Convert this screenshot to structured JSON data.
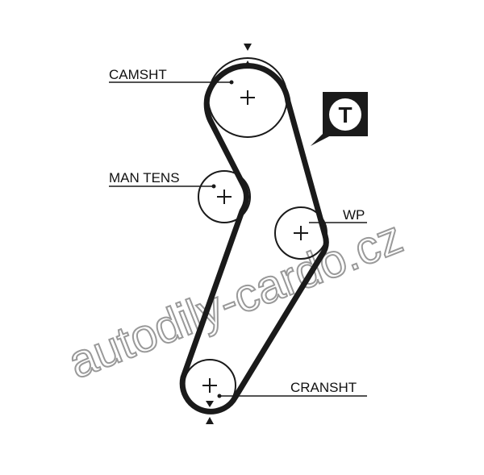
{
  "labels": {
    "camshaft": "CAMSHT",
    "tensioner": "MAN TENS",
    "water_pump": "WP",
    "crankshaft": "CRANSHT"
  },
  "badge": {
    "letter": "T"
  },
  "watermark": "autodily-cardo.cz",
  "colors": {
    "ink": "#1a1a1a",
    "watermark": "#888888"
  }
}
